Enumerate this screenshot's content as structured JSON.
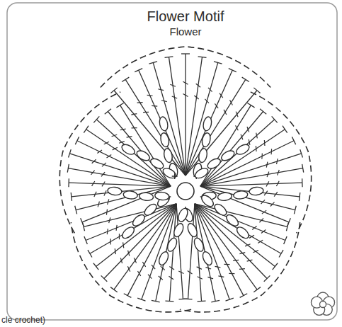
{
  "diagram": {
    "title": "Flower Motif",
    "labels": [
      "Flower",
      "cle crochet)"
    ]
  }
}
